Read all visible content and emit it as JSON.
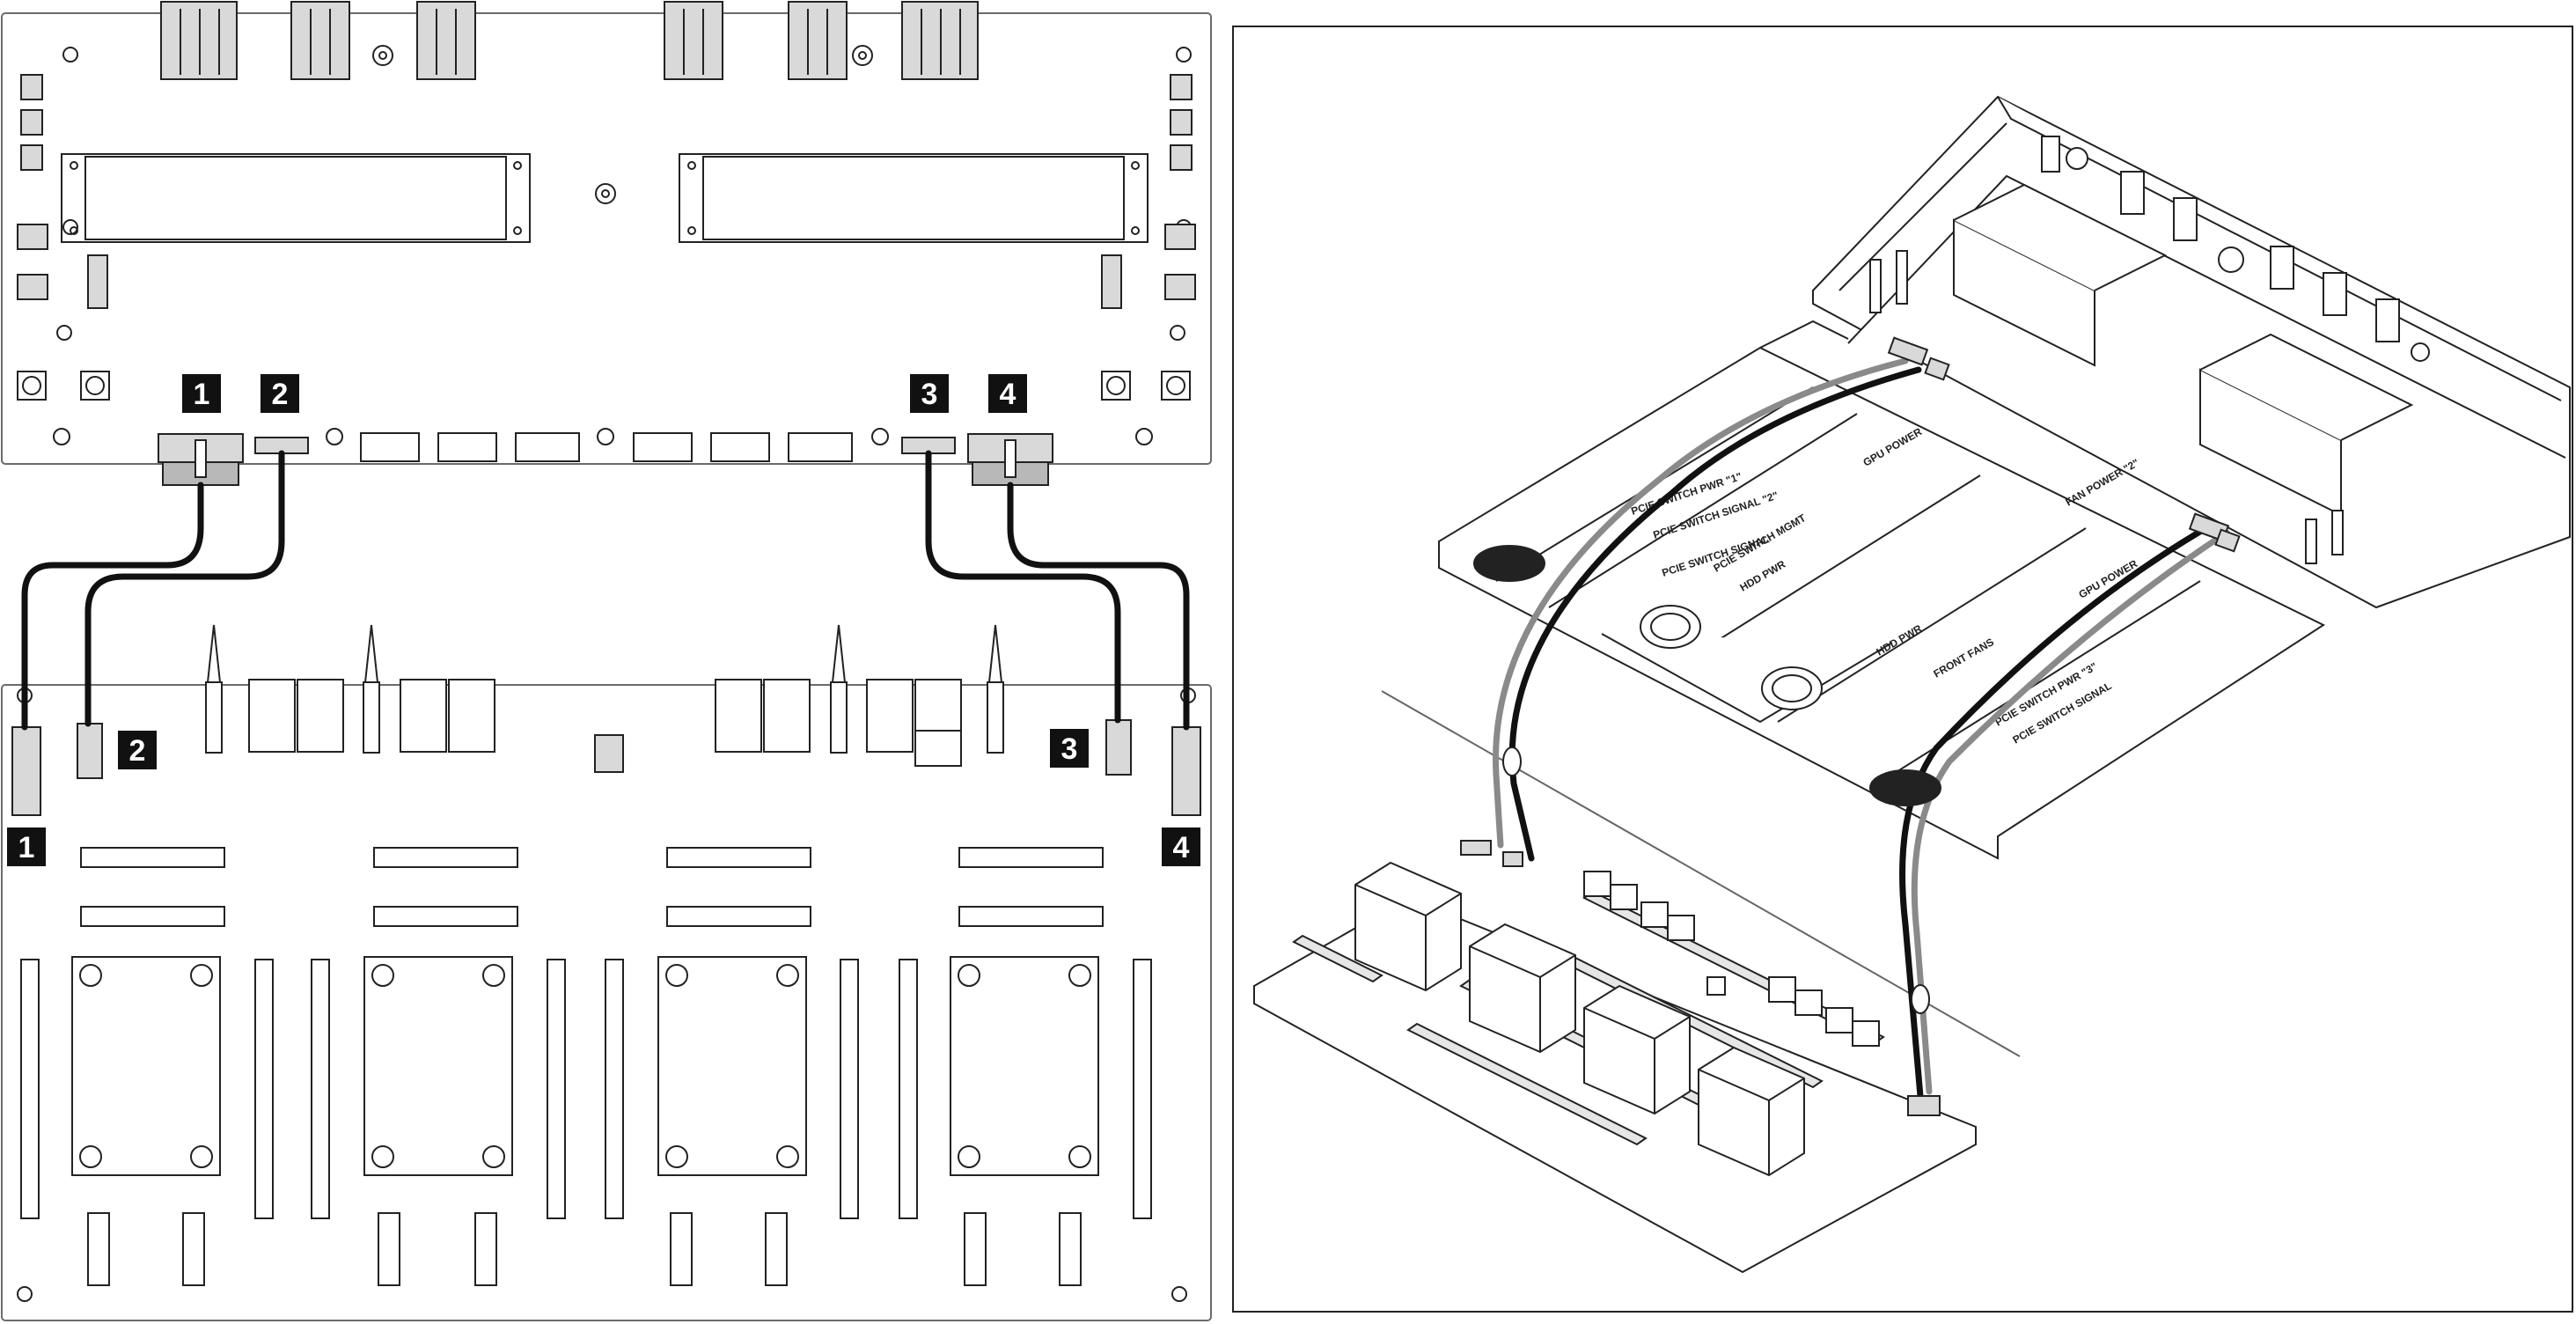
{
  "figure": {
    "colors": {
      "line": "#222222",
      "board_outline": "#6b6b6b",
      "connector_fill": "#d9d9d9",
      "callout_bg": "#111111",
      "callout_text": "#ffffff",
      "cable": "#111111",
      "cable_light": "#8a8a8a",
      "background": "#ffffff"
    },
    "callouts": [
      {
        "id": "1",
        "label": "1"
      },
      {
        "id": "2",
        "label": "2"
      },
      {
        "id": "3",
        "label": "3"
      },
      {
        "id": "4",
        "label": "4"
      }
    ],
    "isometric_labels": {
      "pcie_switch_pwr_1": "PCIE SWITCH PWR \"1\"",
      "pcie_switch_signal": "PCIE SWITCH SIGNAL \"2\"",
      "pcie_switch_signal_2": "PCIE SWITCH SIGNAL",
      "pcie_switch_mgmt": "PCIE SWITCH MGMT",
      "hdd_pwr": "HDD PWR",
      "gpu_power_1": "GPU POWER",
      "fan_power": "FAN POWER \"2\"",
      "gpu_power_2": "GPU POWER",
      "hdd_pwr_2": "HDD PWR",
      "front_fans": "FRONT FANS",
      "pcie_switch_pwr_3": "PCIE SWITCH PWR \"3\"",
      "pcie_switch_signal_3": "PCIE SWITCH SIGNAL"
    }
  }
}
